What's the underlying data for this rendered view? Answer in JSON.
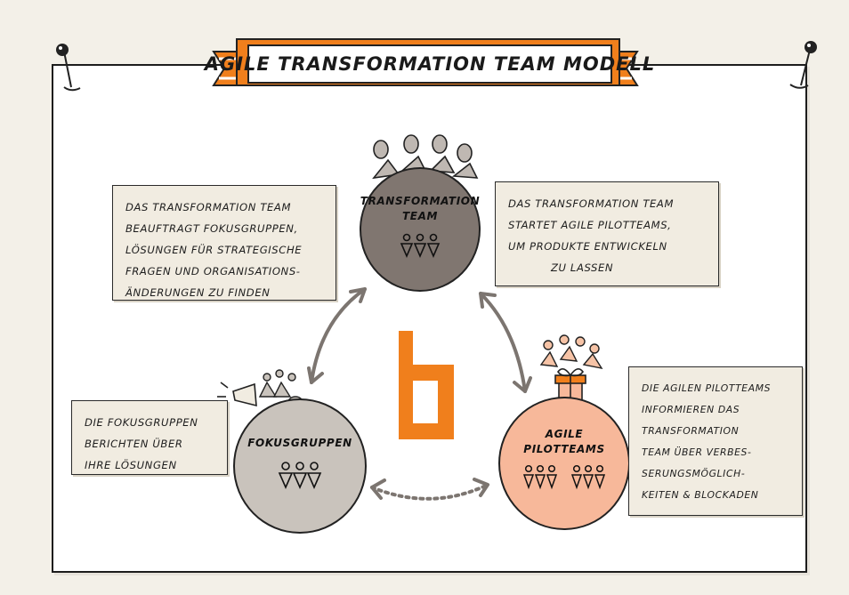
{
  "title": "AGILE TRANSFORMATION TEAM MODELL",
  "colors": {
    "orange": "#f07f1c",
    "transformation_circle": "#807670",
    "fokus_circle": "#c9c3bc",
    "pilot_circle": "#f7b89a",
    "note_background": "#f1ece1"
  },
  "nodes": {
    "transformation": {
      "label_lines": [
        "TRANSFORMATION",
        "TEAM"
      ]
    },
    "fokus": {
      "label": "FOKUSGRUPPEN"
    },
    "pilot": {
      "label_lines": [
        "AGILE",
        "PILOTTEAMS"
      ]
    }
  },
  "notes": {
    "top_left": {
      "lines": [
        "DAS TRANSFORMATION TEAM",
        "BEAUFTRAGT FOKUSGRUPPEN,",
        "LÖSUNGEN FÜR STRATEGISCHE",
        "FRAGEN UND ORGANISATIONS-",
        "ÄNDERUNGEN ZU FINDEN"
      ]
    },
    "top_right": {
      "lines": [
        "DAS TRANSFORMATION TEAM",
        "STARTET AGILE PILOTTEAMS,",
        "UM PRODUKTE ENTWICKELN",
        "ZU LASSEN"
      ]
    },
    "bottom_left": {
      "lines": [
        "DIE FOKUSGRUPPEN",
        "BERICHTEN ÜBER",
        "IHRE LÖSUNGEN"
      ]
    },
    "bottom_right": {
      "lines": [
        "DIE AGILEN PILOTTEAMS",
        "INFORMIEREN DAS",
        "TRANSFORMATION",
        "TEAM ÜBER VERBES-",
        "SERUNGSMÖGLICH-",
        "KEITEN & BLOCKADEN"
      ]
    }
  },
  "logo": {
    "icon": "orange-b-logo"
  },
  "icons": [
    "pin-icon",
    "people-icon",
    "gift-box-icon",
    "megaphone-icon",
    "arrow-icon"
  ]
}
